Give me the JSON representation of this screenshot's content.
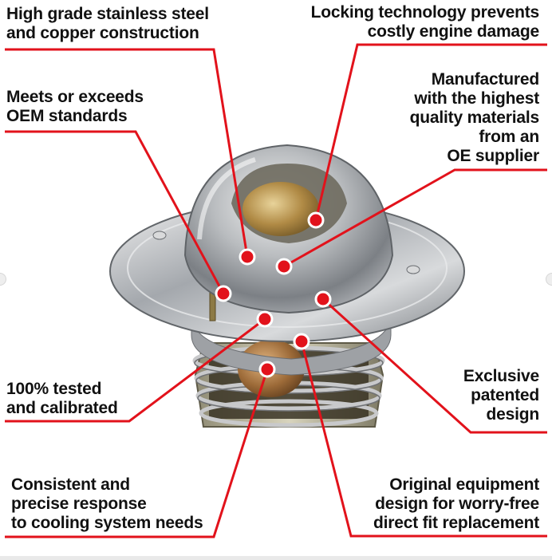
{
  "callouts": {
    "steel": "High grade stainless steel\nand copper construction",
    "locking": "Locking technology prevents\ncostly engine damage",
    "oem": "Meets or exceeds\nOEM standards",
    "manufactured": "Manufactured\nwith the highest\nquality materials\nfrom an\nOE supplier",
    "tested": "100% tested\nand calibrated",
    "exclusive": "Exclusive\npatented\ndesign",
    "consistent": "Consistent and\nprecise response\nto cooling system needs",
    "original": "Original equipment\ndesign for worry-free\ndirect fit replacement"
  },
  "colors": {
    "accent": "#e2121b",
    "text": "#111111"
  },
  "image": {
    "subject": "thermostat-product-photo"
  }
}
